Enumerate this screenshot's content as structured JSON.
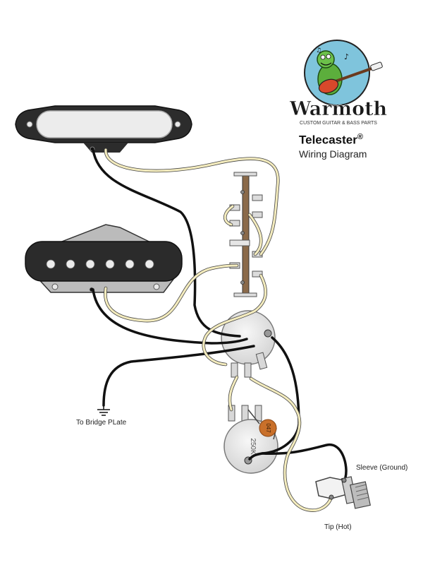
{
  "logo": {
    "brand": "Warmoth",
    "tagline": "CUSTOM GUITAR & BASS PARTS"
  },
  "diagram": {
    "title": "Telecaster",
    "title_mark": "®",
    "subtitle": "Wiring Diagram"
  },
  "components": {
    "capacitor_value": "047",
    "tone_pot_value": "250K"
  },
  "labels": {
    "bridge_plate": "To Bridge PLate",
    "sleeve": "Sleeve (Ground)",
    "tip": "Tip (Hot)"
  },
  "colors": {
    "hot_wire": "#f4ecbe",
    "ground_wire": "#111111",
    "pickup_body": "#2b2b2b",
    "pot_body": "#e7e7e7",
    "capacitor": "#c9702a",
    "logo_circle": "#7fc4dc"
  }
}
